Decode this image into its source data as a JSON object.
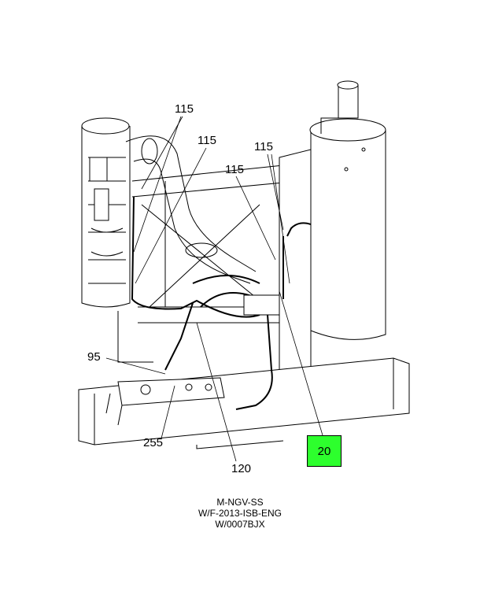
{
  "diagram": {
    "callouts": {
      "c1": "115",
      "c2": "115",
      "c3": "115",
      "c4": "115",
      "c5": "95",
      "c6": "255",
      "c7": "120"
    },
    "highlighted_callout": "20",
    "highlight_color": "#2dff2d",
    "caption_lines": [
      "M-NGV-SS",
      "W/F-2013-ISB-ENG",
      "W/0007BJX"
    ]
  }
}
